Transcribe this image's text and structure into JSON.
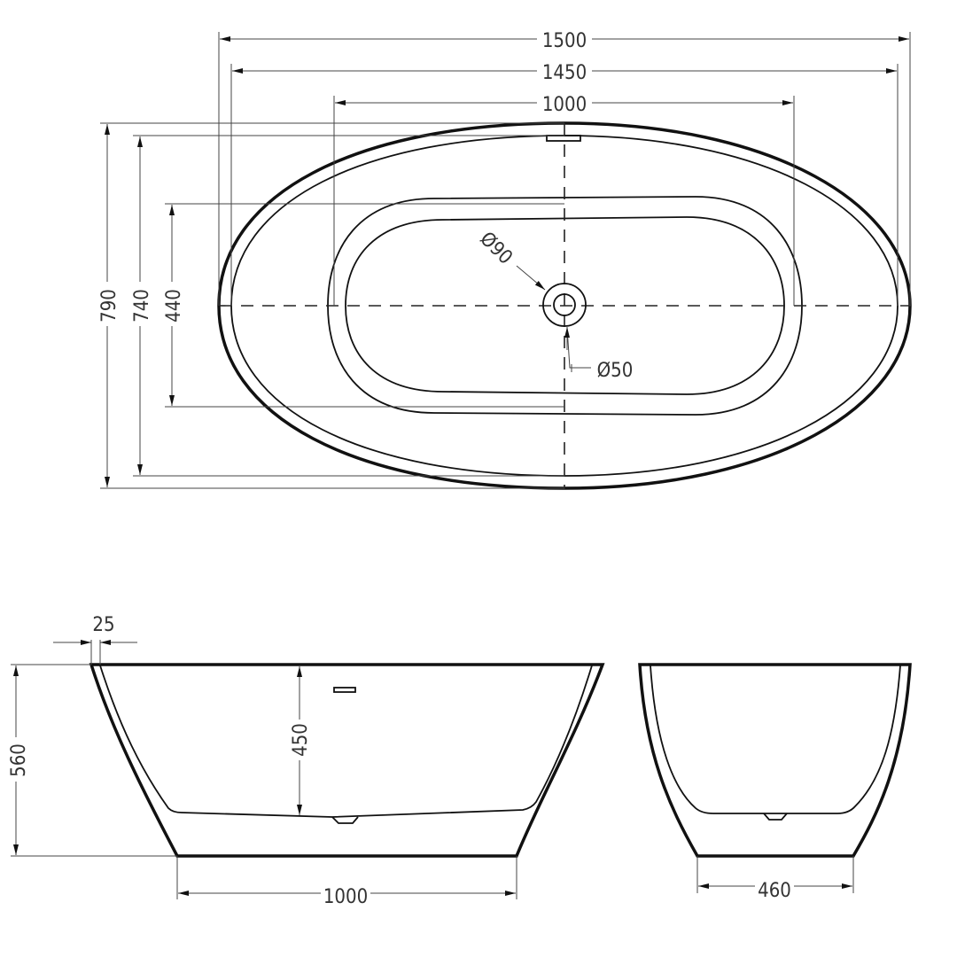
{
  "top_view": {
    "overall_length": "1500",
    "rim_length": "1450",
    "basin_length": "1000",
    "overall_width": "790",
    "rim_width": "740",
    "basin_width": "440",
    "overflow_diameter": "Ø90",
    "drain_diameter": "Ø50"
  },
  "side_view": {
    "rim_thickness": "25",
    "overall_height": "560",
    "inner_depth": "450",
    "base_length": "1000"
  },
  "end_view": {
    "base_width": "460"
  },
  "colors": {
    "line": "#111111",
    "background": "#ffffff"
  }
}
